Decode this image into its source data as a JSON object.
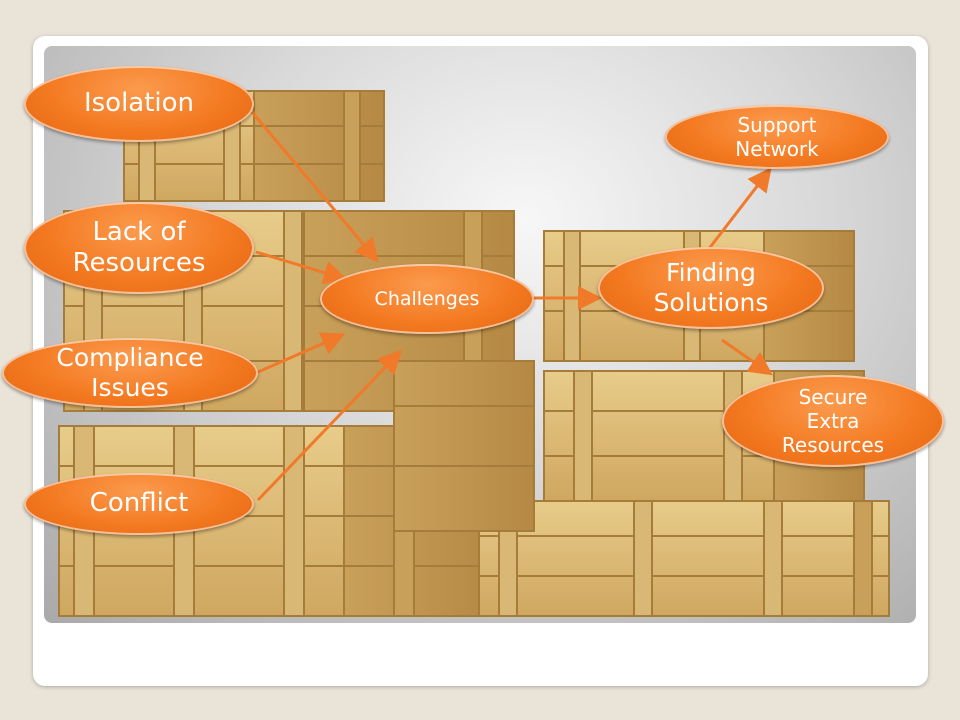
{
  "diagram": {
    "center": "Challenges",
    "causes": [
      "Isolation",
      "Lack of\nResources",
      "Compliance\nIssues",
      "Conflict"
    ],
    "solution": "Finding\nSolutions",
    "outcomes": [
      "Support\nNetwork",
      "Secure\nExtra\nResources"
    ]
  },
  "colors": {
    "oval_fill": "#f47a22",
    "arrow": "#f07a2a",
    "text": "#ffffff",
    "background": "#e9e3d8"
  }
}
